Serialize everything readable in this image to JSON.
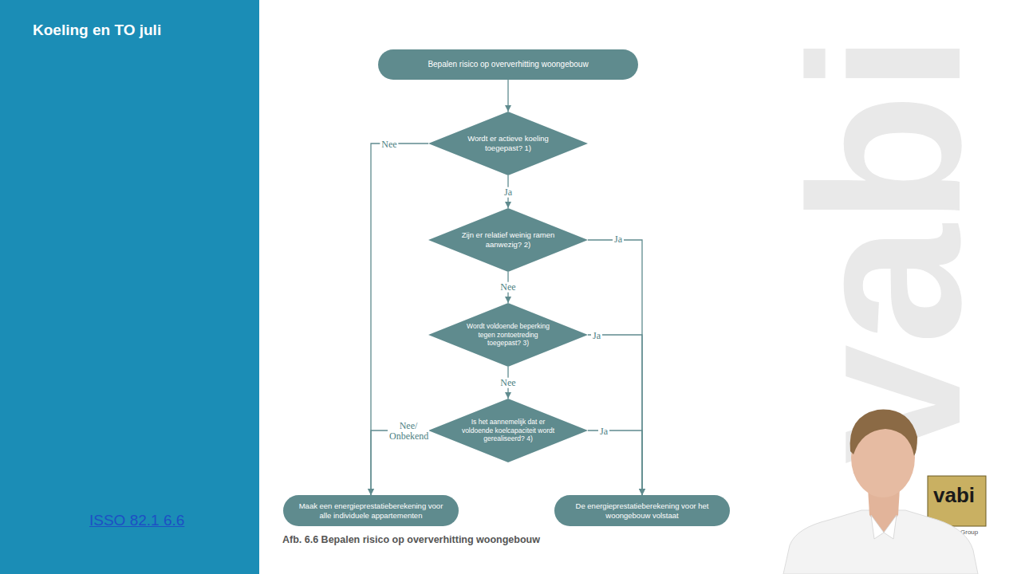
{
  "diagram": {
    "title": "Koeling en TO juli",
    "caption": "Afb. 6.6 Bepalen risico op oververhitting woongebouw",
    "nodes": [
      {
        "text": [
          "Bepalen risico op oververhitting woongebouw"
        ]
      },
      {
        "text": [
          "Wordt er actieve koeling toegepast? 1)"
        ]
      },
      {
        "text": [
          "Zijn er relatief weinig ramen aanwezig? 2)"
        ]
      },
      {
        "text": [
          "Wordt voldoende beperking tegen zontoetreding toegepast? 3)"
        ]
      },
      {
        "text": [
          "Is het aannemelijk dat er voldoende koelcapaciteit wordt gerealiseerd? 4)"
        ]
      },
      {
        "text": [
          "Maak een energieprestatieberekening voor alle individuele appartementen"
        ]
      },
      {
        "text": [
          "De energieprestatieberekening voor het woongebouw volstaat"
        ]
      }
    ],
    "edges": [
      {
        "from": 0,
        "to": 1,
        "arrow": "to"
      },
      {
        "from": 1,
        "to": 5,
        "label": "Nee",
        "arrow": "to"
      },
      {
        "from": 1,
        "to": 2,
        "label": "Ja",
        "arrow": "to"
      },
      {
        "from": 2,
        "to": 6,
        "label": "Ja",
        "arrow": "to"
      },
      {
        "from": 2,
        "to": 3,
        "label": "Nee",
        "arrow": "to"
      },
      {
        "from": 3,
        "to": 6,
        "label": "Ja",
        "arrow": "to"
      },
      {
        "from": 3,
        "to": 4,
        "label": "Nee",
        "arrow": "to"
      },
      {
        "from": 4,
        "to": 6,
        "label": "Ja",
        "arrow": "to"
      },
      {
        "from": 4,
        "to": 5,
        "label": "Nee/ Onbekend",
        "arrow": "to"
      }
    ],
    "labels": [
      "ISSO 82.1 6.6",
      "vabi",
      "vabi",
      "ftware Group"
    ]
  }
}
